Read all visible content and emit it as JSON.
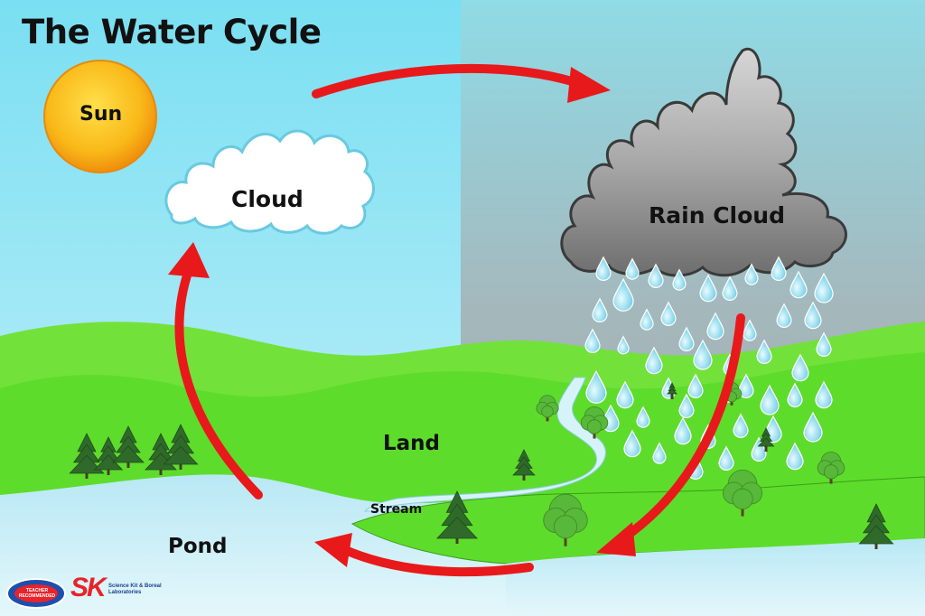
{
  "title": "The Water Cycle",
  "labels": {
    "sun": "Sun",
    "cloud": "Cloud",
    "rain_cloud": "Rain Cloud",
    "land": "Land",
    "stream": "Stream",
    "pond": "Pond"
  },
  "publisher": {
    "logo_sk": "SK",
    "logo_text": "Science Kit & Boreal Laboratories",
    "badge_text": "TEACHER RECOMMENDED",
    "corner_code": ""
  },
  "colors": {
    "sky_clear": "#6fd9ef",
    "sky_storm": "#a9b2b6",
    "arrow": "#e8191b",
    "grass": "#5edc2b",
    "water": "#cdeff7",
    "sun": "#f7b416"
  },
  "icons": [
    "sun-icon",
    "cloud-icon",
    "rain-cloud-icon",
    "raindrop-icon",
    "tree-icon",
    "cycle-arrow-icon"
  ]
}
